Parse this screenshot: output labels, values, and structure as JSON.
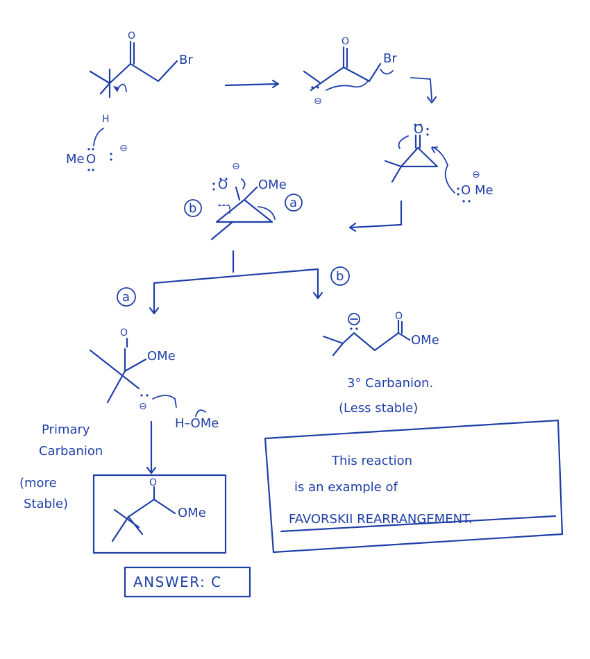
{
  "labels": {
    "o": "O",
    "br": "Br",
    "me_o": "Me",
    "o_atom": "O",
    "h": "H",
    "ome": "OMe",
    "o_ome": "O",
    "me": "Me",
    "a": "a",
    "b": "b",
    "h_ome": "H–OMe",
    "o_carbanion": "O",
    "minus": "⊖"
  },
  "notes": {
    "primary_1": "Primary",
    "primary_2": "Carbanion",
    "more_1": "(more",
    "more_2": "Stable)",
    "tertiary": "3° Carbanion.",
    "less": "(Less stable)",
    "reaction_1": "This reaction",
    "reaction_2": "is an example of",
    "reaction_3": "FAVORSKII REARRANGEMENT.",
    "answer": "ANSWER: C"
  }
}
